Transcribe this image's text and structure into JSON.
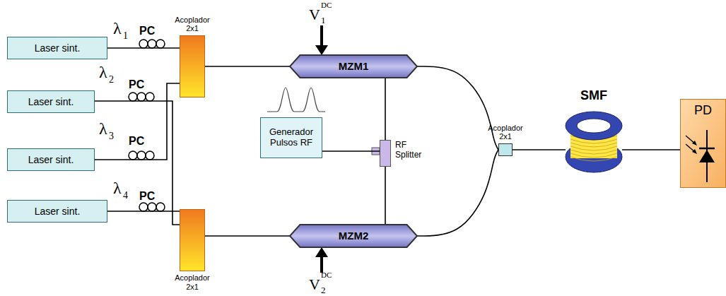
{
  "diagram": {
    "nodes": [
      {
        "text": [
          "Laser sint."
        ]
      },
      {
        "text": [
          "Acoplador 2x1"
        ]
      },
      {
        "text": [
          "MZM1"
        ]
      },
      {
        "text": [
          "Laser sint."
        ]
      },
      {
        "text": [
          "Laser sint."
        ]
      },
      {
        "text": [
          "Generador Pulsos RF"
        ]
      },
      {
        "text": [
          "RF Splitter"
        ]
      },
      {
        "text": [
          "Acoplador 2x1"
        ]
      },
      {
        "text": [
          "SMF"
        ]
      },
      {
        "text": [
          "PD"
        ]
      },
      {
        "text": [
          "Laser sint."
        ]
      },
      {
        "text": [
          "Acoplador 2x1"
        ]
      },
      {
        "text": [
          "MZM2"
        ]
      }
    ],
    "edges": [
      {
        "from": 0,
        "to": 1,
        "arrow": "none"
      },
      {
        "from": 3,
        "to": 11,
        "arrow": "none"
      },
      {
        "from": 4,
        "to": 1,
        "arrow": "none"
      },
      {
        "from": 10,
        "to": 11,
        "arrow": "none"
      },
      {
        "from": 1,
        "to": 2,
        "arrow": "none"
      },
      {
        "from": 11,
        "to": 12,
        "arrow": "none"
      },
      {
        "from": 5,
        "to": 6,
        "arrow": "none"
      },
      {
        "from": 6,
        "to": 2,
        "arrow": "none"
      },
      {
        "from": 6,
        "to": 12,
        "arrow": "none"
      },
      {
        "from": 2,
        "to": 7,
        "arrow": "none"
      },
      {
        "from": 12,
        "to": 7,
        "arrow": "none"
      },
      {
        "from": 7,
        "to": 8,
        "arrow": "none"
      },
      {
        "from": 8,
        "to": 9,
        "arrow": "none"
      }
    ],
    "labels": [
      "λ",
      "1",
      "PC",
      "λ",
      "2",
      "PC",
      "λ",
      "3",
      "PC",
      "λ",
      "4",
      "PC",
      "V",
      "DC",
      "1",
      "V",
      "DC",
      "2"
    ]
  }
}
